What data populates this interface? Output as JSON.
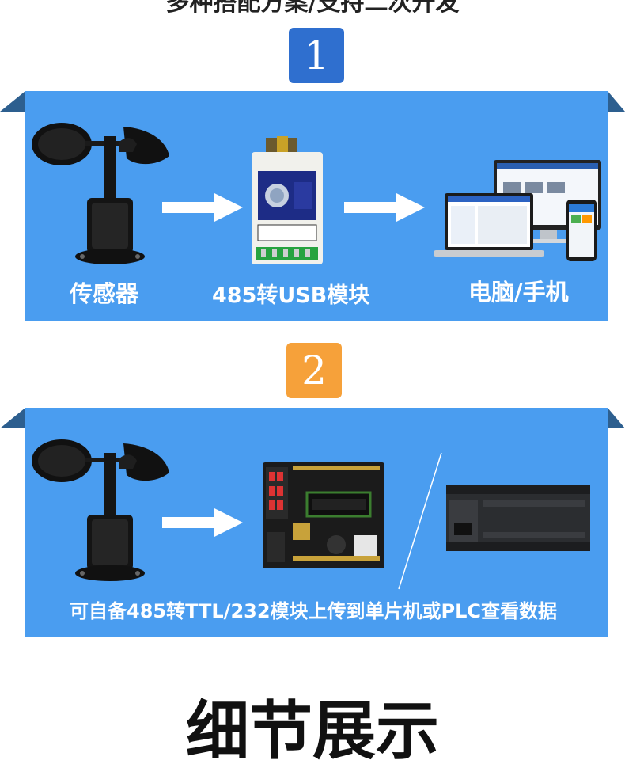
{
  "top_heading": "多种搭配方案/支持二次开发",
  "sections": [
    {
      "number": "1",
      "labels": {
        "sensor": "传感器",
        "module": "485转USB模块",
        "computer": "电脑/手机"
      }
    },
    {
      "number": "2",
      "caption": "可自备485转TTL/232模块上传到单片机或PLC查看数据"
    }
  ],
  "bottom_heading": "细节展示",
  "colors": {
    "panel": "#4a9df0",
    "badge_1": "#2f6fcf",
    "badge_2": "#f6a13a",
    "fold": "#2d5f8f"
  },
  "icons": [
    "anemometer-icon",
    "arrow-right-icon",
    "usb-module-icon",
    "computer-phone-icon",
    "mcu-board-icon",
    "plc-icon"
  ]
}
